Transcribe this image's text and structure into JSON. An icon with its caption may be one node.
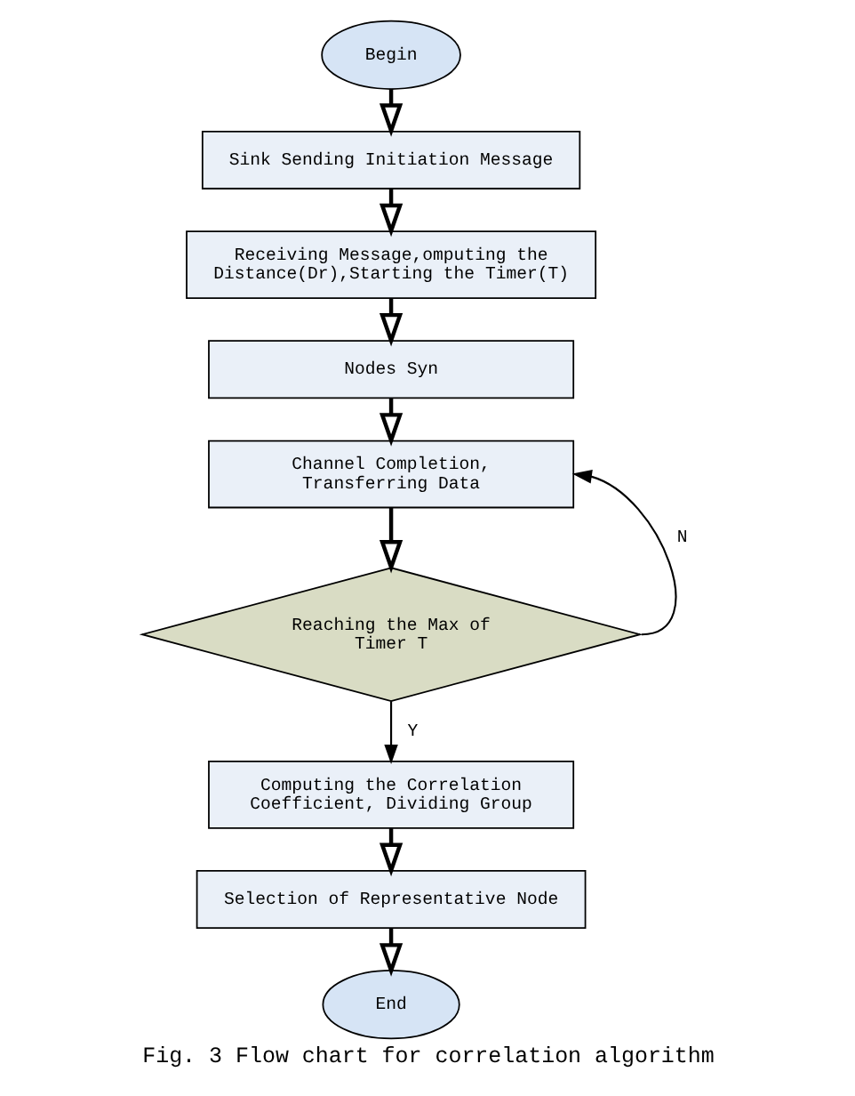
{
  "diagram": {
    "caption": "Fig. 3 Flow chart for correlation algorithm",
    "nodes": [
      {
        "text": [
          "Begin"
        ]
      },
      {
        "text": [
          "Sink Sending Initiation Message"
        ]
      },
      {
        "text": [
          "Receiving Message,omputing the Distance(Dr),Starting the Timer(T)"
        ]
      },
      {
        "text": [
          "Nodes Syn"
        ]
      },
      {
        "text": [
          "Channel Completion, Transferring Data"
        ]
      },
      {
        "text": [
          "Reaching the Max of Timer T"
        ]
      },
      {
        "text": [
          "Computing the Correlation Coefficient, Dividing Group"
        ]
      },
      {
        "text": [
          "Selection of Representative Node"
        ]
      },
      {
        "text": [
          "End"
        ]
      }
    ],
    "edges": [
      {
        "from": 0,
        "to": 1,
        "arrow": "to"
      },
      {
        "from": 1,
        "to": 2,
        "arrow": "to"
      },
      {
        "from": 2,
        "to": 3,
        "arrow": "to"
      },
      {
        "from": 3,
        "to": 4,
        "arrow": "to"
      },
      {
        "from": 4,
        "to": 5,
        "arrow": "to"
      },
      {
        "from": 5,
        "to": 4,
        "arrow": "to",
        "label": "N"
      },
      {
        "from": 5,
        "to": 6,
        "arrow": "to",
        "label": "Y"
      },
      {
        "from": 6,
        "to": 7,
        "arrow": "to"
      },
      {
        "from": 7,
        "to": 8,
        "arrow": "to"
      }
    ]
  }
}
